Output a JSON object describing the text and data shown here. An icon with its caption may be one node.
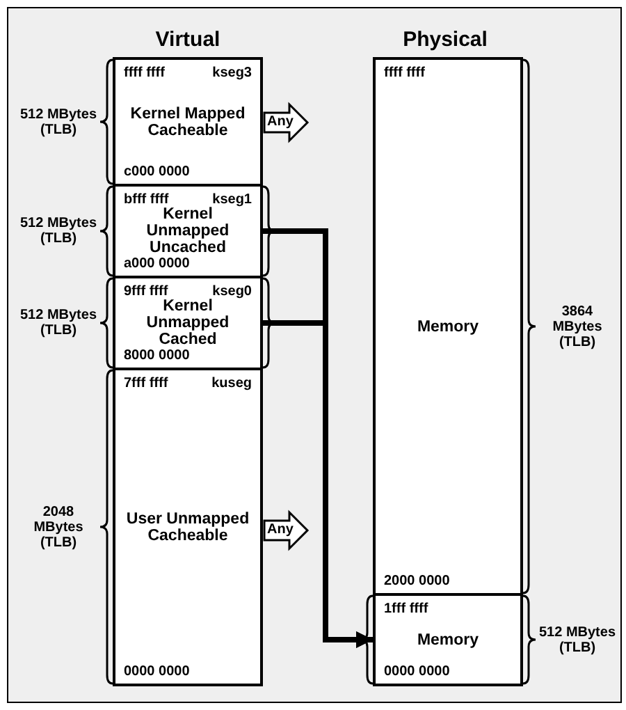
{
  "diagram": {
    "nodes": [
      {
        "text": [
          "ffff ffff",
          "kseg3",
          "Kernel Mapped Cacheable",
          "c000 0000"
        ],
        "beside": [
          "512 MBytes (TLB)"
        ]
      },
      {
        "text": [
          "bfff ffff",
          "kseg1",
          "Kernel Unmapped Uncached",
          "a000 0000"
        ],
        "beside": [
          "512 MBytes (TLB)"
        ]
      },
      {
        "text": [
          "9fff ffff",
          "kseg0",
          "Kernel Unmapped Cached",
          "8000 0000"
        ],
        "beside": [
          "512 MBytes (TLB)"
        ]
      },
      {
        "text": [
          "7fff ffff",
          "kuseg",
          "User Unmapped Cacheable",
          "0000 0000"
        ],
        "beside": [
          "2048 MBytes (TLB)"
        ]
      },
      {
        "text": [
          "ffff ffff",
          "Memory",
          "2000 0000"
        ],
        "beside": [
          "3864 MBytes (TLB)"
        ]
      },
      {
        "text": [
          "1fff ffff",
          "Memory",
          "0000 0000"
        ],
        "beside": [
          "512 MBytes (TLB)"
        ]
      }
    ],
    "edges": [
      {
        "from": 1,
        "to": 5,
        "arrow": "to"
      },
      {
        "from": 2,
        "to": 5,
        "arrow": "to"
      },
      {
        "from": 0,
        "to": null,
        "arrow": "to",
        "label": "Any"
      },
      {
        "from": 3,
        "to": null,
        "arrow": "to",
        "label": "Any"
      }
    ],
    "labels": [
      "Virtual",
      "Physical"
    ]
  }
}
